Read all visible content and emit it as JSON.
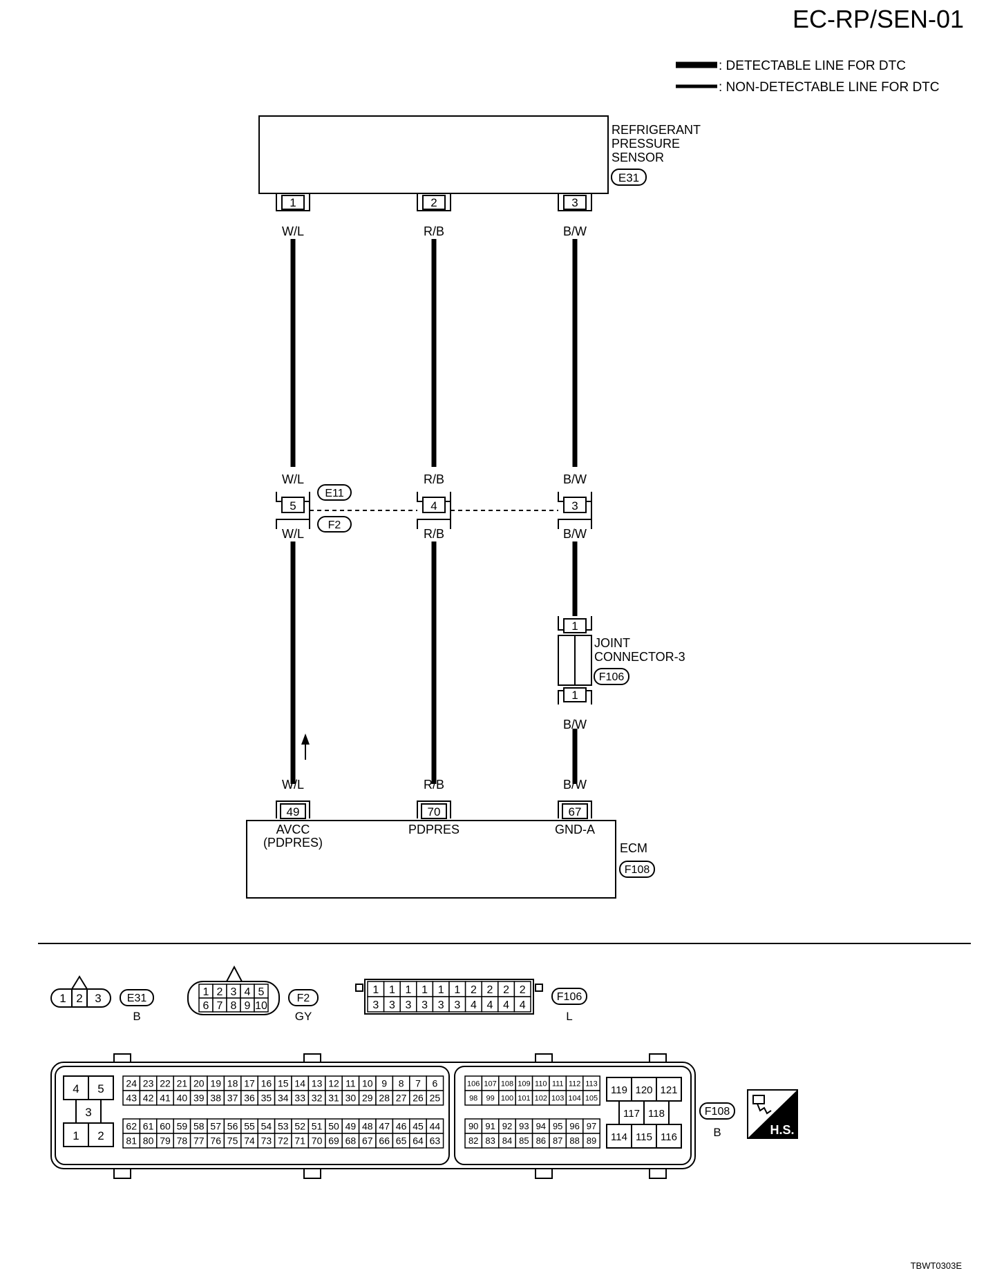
{
  "page_title": "EC-RP/SEN-01",
  "legend": {
    "detectable": ": DETECTABLE LINE FOR DTC",
    "non_detectable": ": NON-DETECTABLE LINE FOR DTC"
  },
  "sensor": {
    "name_lines": [
      "REFRIGERANT",
      "PRESSURE",
      "SENSOR"
    ],
    "connector": "E31",
    "pins": [
      "1",
      "2",
      "3"
    ]
  },
  "wires": {
    "w1": "W/L",
    "w2": "R/B",
    "w3": "B/W"
  },
  "harness_connector": {
    "upper": "E11",
    "lower": "F2",
    "pins": [
      "5",
      "4",
      "3"
    ]
  },
  "joint_connector": {
    "name_lines": [
      "JOINT",
      "CONNECTOR-3"
    ],
    "connector": "F106",
    "pin_top": "1",
    "pin_bottom": "1"
  },
  "ecm": {
    "name": "ECM",
    "connector": "F108",
    "pins": [
      "49",
      "70",
      "67"
    ],
    "terminal_labels": [
      "AVCC",
      "PDPRES",
      "GND-A"
    ],
    "terminal_sublabel": "(PDPRES)"
  },
  "connector_views": {
    "e31": {
      "id": "E31",
      "color": "B",
      "pins": [
        "1",
        "2",
        "3"
      ]
    },
    "f2": {
      "id": "F2",
      "color": "GY",
      "row1": [
        "1",
        "2",
        "3",
        "4",
        "5"
      ],
      "row2": [
        "6",
        "7",
        "8",
        "9",
        "10"
      ]
    },
    "f106": {
      "id": "F106",
      "color": "L",
      "row1": [
        "1",
        "1",
        "1",
        "1",
        "1",
        "1",
        "2",
        "2",
        "2",
        "2"
      ],
      "row2": [
        "3",
        "3",
        "3",
        "3",
        "3",
        "3",
        "4",
        "4",
        "4",
        "4"
      ]
    },
    "f108": {
      "id": "F108",
      "color": "B",
      "power": [
        "4",
        "5",
        "3",
        "1",
        "2"
      ],
      "m_row1": [
        "24",
        "23",
        "22",
        "21",
        "20",
        "19",
        "18",
        "17",
        "16",
        "15",
        "14",
        "13",
        "12",
        "11",
        "10",
        "9",
        "8",
        "7",
        "6"
      ],
      "m_row2": [
        "43",
        "42",
        "41",
        "40",
        "39",
        "38",
        "37",
        "36",
        "35",
        "34",
        "33",
        "32",
        "31",
        "30",
        "29",
        "28",
        "27",
        "26",
        "25"
      ],
      "m_row3": [
        "62",
        "61",
        "60",
        "59",
        "58",
        "57",
        "56",
        "55",
        "54",
        "53",
        "52",
        "51",
        "50",
        "49",
        "48",
        "47",
        "46",
        "45",
        "44"
      ],
      "m_row4": [
        "81",
        "80",
        "79",
        "78",
        "77",
        "76",
        "75",
        "74",
        "73",
        "72",
        "71",
        "70",
        "69",
        "68",
        "67",
        "66",
        "65",
        "64",
        "63"
      ],
      "r_row1": [
        "106",
        "107",
        "108",
        "109",
        "110",
        "111",
        "112",
        "113"
      ],
      "r_row2": [
        "98",
        "99",
        "100",
        "101",
        "102",
        "103",
        "104",
        "105"
      ],
      "r_row3": [
        "90",
        "91",
        "92",
        "93",
        "94",
        "95",
        "96",
        "97"
      ],
      "r_row4": [
        "82",
        "83",
        "84",
        "85",
        "86",
        "87",
        "88",
        "89"
      ],
      "big_row1": [
        "119",
        "120",
        "121"
      ],
      "big_row2": [
        "117",
        "118"
      ],
      "big_row3": [
        "114",
        "115",
        "116"
      ]
    }
  },
  "hs_label": "H.S.",
  "figure_id": "TBWT0303E"
}
